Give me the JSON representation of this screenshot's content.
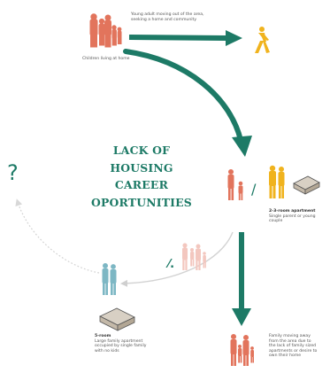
{
  "title_lines": [
    "LACK OF",
    "HOUSING CAREER",
    "OPORTUNITIES"
  ],
  "question_mark": "?",
  "slash": "/",
  "not_symbol": "⁄.",
  "labels": {
    "young_adult": [
      "Young adult moving out of the area,",
      "seeking a home and community"
    ],
    "children": "Children living at home",
    "apartment_title": "2-3-room apartment",
    "apartment_desc": "Single parent or young couple",
    "five_room_title": "5-room",
    "five_room_desc": [
      "Large family apartment",
      "occupied by single family",
      "with no kids"
    ],
    "family_moving": [
      "Family moving away",
      "from the area due to",
      "the lack of family sized",
      "apartments or desire to",
      "own their home"
    ]
  },
  "colors": {
    "teal_arrow": "#1d7a66",
    "orange_figures": "#e2745c",
    "yellow_figures": "#f0b31e",
    "blue_figures": "#7db7c4",
    "faded_figures": "#f3c7bf",
    "gray_arrow": "#cfcfcf",
    "title_text": "#1d7a66"
  }
}
